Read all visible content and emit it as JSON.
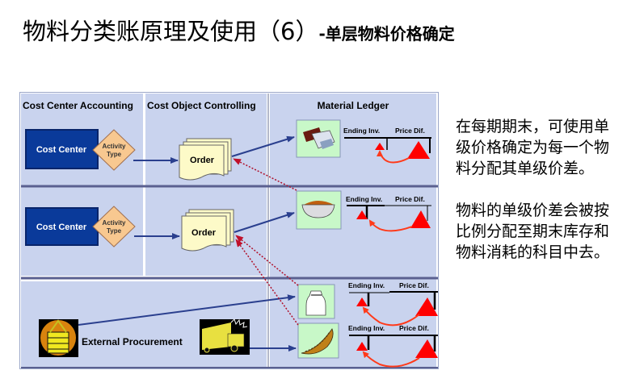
{
  "title": {
    "main": "物料分类账原理及使用（6）",
    "sub": "-单层物料价格确定"
  },
  "diagram": {
    "columns": [
      {
        "label": "Cost Center Accounting"
      },
      {
        "label": "Cost Object Controlling"
      },
      {
        "label": "Material Ledger"
      }
    ],
    "rows": [
      {
        "cost_center": "Cost Center",
        "activity_type_line1": "Activity",
        "activity_type_line2": "Type",
        "order": "Order",
        "material_icon": "chocolate-bar-icon",
        "ending_inv": "Ending Inv.",
        "price_dif": "Price Dif."
      },
      {
        "cost_center": "Cost Center",
        "activity_type_line1": "Activity",
        "activity_type_line2": "Type",
        "order": "Order",
        "material_icon": "bowl-icon",
        "ending_inv": "Ending Inv.",
        "price_dif": "Price Dif."
      }
    ],
    "procurement": {
      "label": "External Procurement",
      "left_icon": "package-icon",
      "right_icon": "truck-icon",
      "materials": [
        {
          "material_icon": "milk-bottle-icon",
          "ending_inv": "Ending Inv.",
          "price_dif": "Price Dif."
        },
        {
          "material_icon": "banana-icon",
          "ending_inv": "Ending Inv.",
          "price_dif": "Price Dif."
        }
      ]
    },
    "colors": {
      "panel_bg": "#c9d3ee",
      "cost_center": "#0a3a9a",
      "activity_type": "#f8c890",
      "order": "#fdfac8",
      "material_box": "#c8f8c8",
      "arrow_solid": "#2a3f8e",
      "arrow_dotted": "#b0102a",
      "triangle": "#ff0000"
    }
  },
  "side_text": {
    "paragraph1": "在每期期末，可使用单级价格确定为每一个物料分配其单级价差。",
    "paragraph2": "物料的单级价差会被按比例分配至期末库存和物料消耗的科目中去。"
  }
}
